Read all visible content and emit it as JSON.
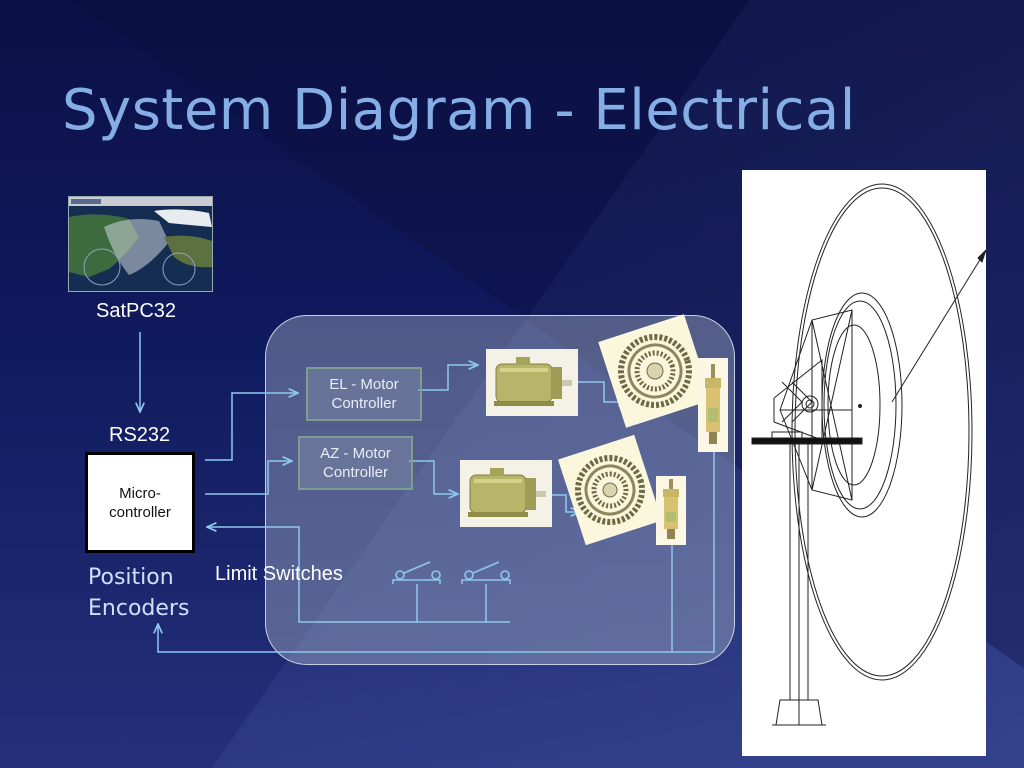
{
  "slide": {
    "title": "System Diagram - Electrical"
  },
  "nodes": {
    "satpc32": "SatPC32",
    "rs232": "RS232",
    "microcontroller": [
      "Micro-",
      "controller"
    ],
    "el_controller": [
      "EL - Motor",
      "Controller"
    ],
    "az_controller": [
      "AZ - Motor",
      "Controller"
    ],
    "position_encoders": [
      "Position",
      "Encoders"
    ],
    "limit_switches": "Limit Switches"
  },
  "colors": {
    "title": "#86aee6",
    "wire": "#8ec8ef",
    "controller_border": "#7e9c90"
  }
}
